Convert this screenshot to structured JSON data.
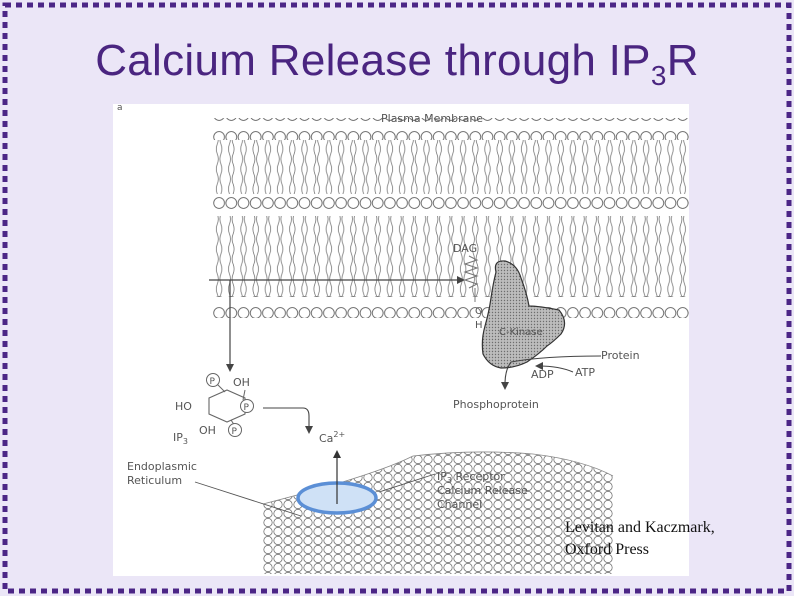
{
  "slide": {
    "title_main": "Calcium Release through IP",
    "title_sub": "3",
    "title_end": "R",
    "credit_line1": "Levitan and Kaczmark,",
    "credit_line2": "Oxford Press",
    "border_color": "#4b2586",
    "background_color": "#ebe6f7"
  },
  "diagram": {
    "panel_letter": "a",
    "plasma_membrane": "Plasma Membrane",
    "dag": "DAG",
    "o_label": "O",
    "h_label": "H",
    "c_kinase": "C-Kinase",
    "protein": "Protein",
    "adp": "ADP",
    "atp": "ATP",
    "phosphoprotein": "Phosphoprotein",
    "p_label": "P",
    "oh_label": "OH",
    "ho_label": "HO",
    "ip3_main": "IP",
    "ip3_sub": "3",
    "ca_main": "Ca",
    "ca_sup": "2+",
    "er_line1": "Endoplasmic",
    "er_line2": "Reticulum",
    "receptor_line1_sub": "3",
    "receptor_line1_rest": " Receptor",
    "receptor_line2": "Calcium Release",
    "receptor_line3": "Channel"
  }
}
